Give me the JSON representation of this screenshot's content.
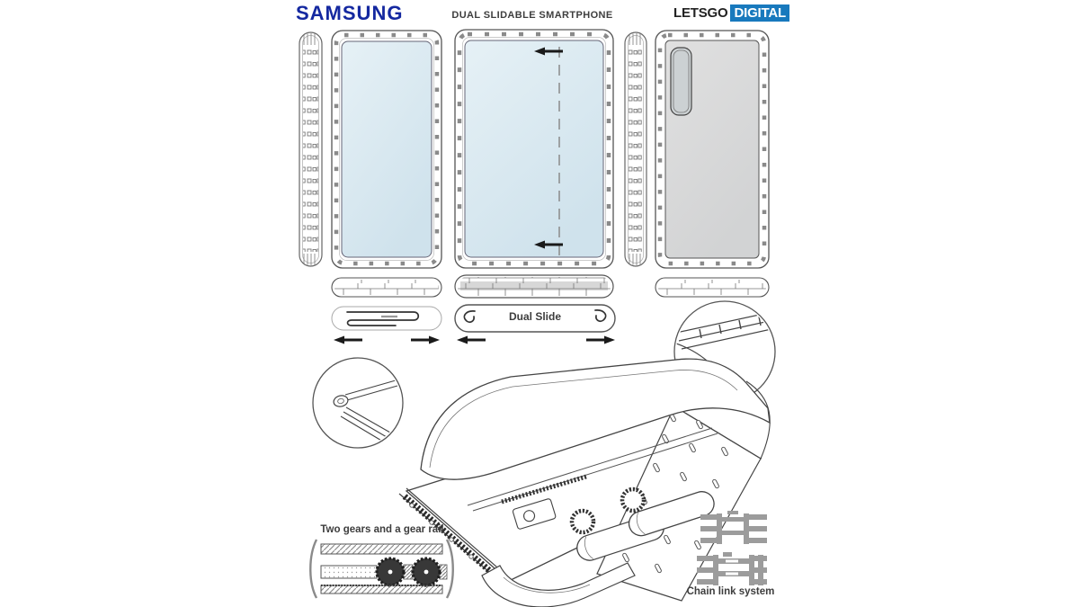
{
  "header": {
    "brand": "SAMSUNG",
    "title": "DUAL SLIDABLE SMARTPHONE",
    "publisher_name": "LETSGO",
    "publisher_highlight": "DIGITAL"
  },
  "annotations": {
    "dual_slide": "Dual Slide",
    "gear_detail": "Two gears and a gear rail",
    "chain_detail": "Chain link system"
  },
  "figures": {
    "left": "front view closed - slidable display with chain edge frame",
    "middle": "front view extended - dashed line shows slide-out portion with arrows",
    "right": "rear view - grey back panel with vertical camera module",
    "bottom": "isometric patent drawing of dual slide mechanism"
  },
  "colors": {
    "brand_blue": "#1428a0",
    "publisher_blue": "#1879bd",
    "screen_tint": "#dceaf2",
    "body_gray": "#d9d9d9",
    "linework": "#4a4a4a",
    "label_text": "#3d3d3d",
    "gear_dark": "#333333",
    "chain_gray": "#9c9c9c"
  }
}
